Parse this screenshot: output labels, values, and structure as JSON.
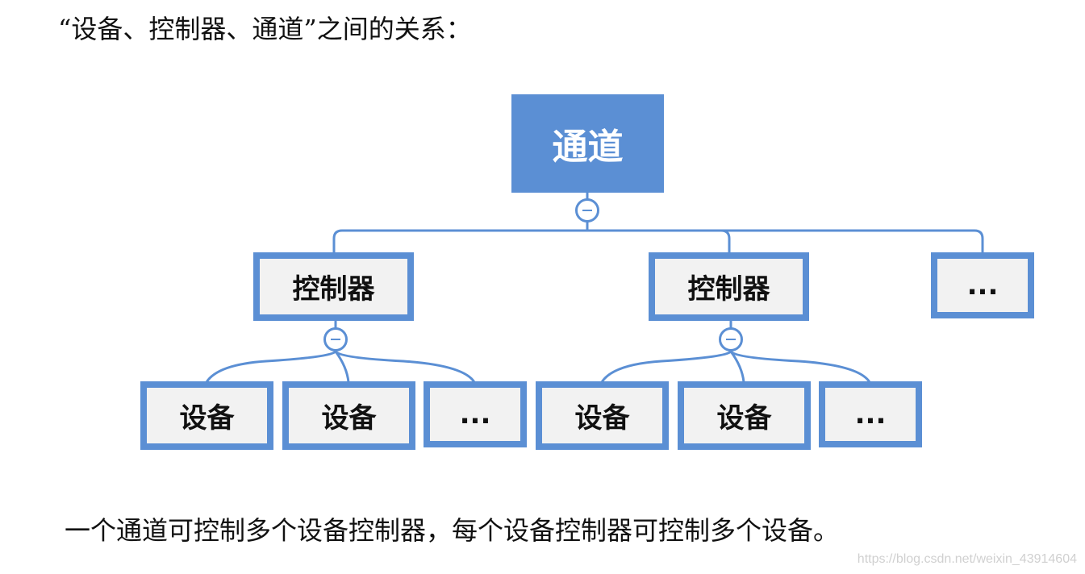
{
  "heading": "“设备、控制器、通道”之间的关系：",
  "diagram": {
    "root": {
      "label": "通道"
    },
    "controllers": [
      {
        "label": "控制器",
        "devices": [
          {
            "label": "设备"
          },
          {
            "label": "设备"
          },
          {
            "label": "..."
          }
        ]
      },
      {
        "label": "控制器",
        "devices": [
          {
            "label": "设备"
          },
          {
            "label": "设备"
          },
          {
            "label": "..."
          }
        ]
      },
      {
        "label": "..."
      }
    ],
    "colors": {
      "accent": "#5b8fd4",
      "node_fill": "#f2f2f2",
      "root_text": "#ffffff"
    },
    "icons": {
      "collapse": "collapse-minus-icon"
    }
  },
  "caption": "一个通道可控制多个设备控制器，每个设备控制器可控制多个设备。",
  "watermark": "https://blog.csdn.net/weixin_43914604"
}
